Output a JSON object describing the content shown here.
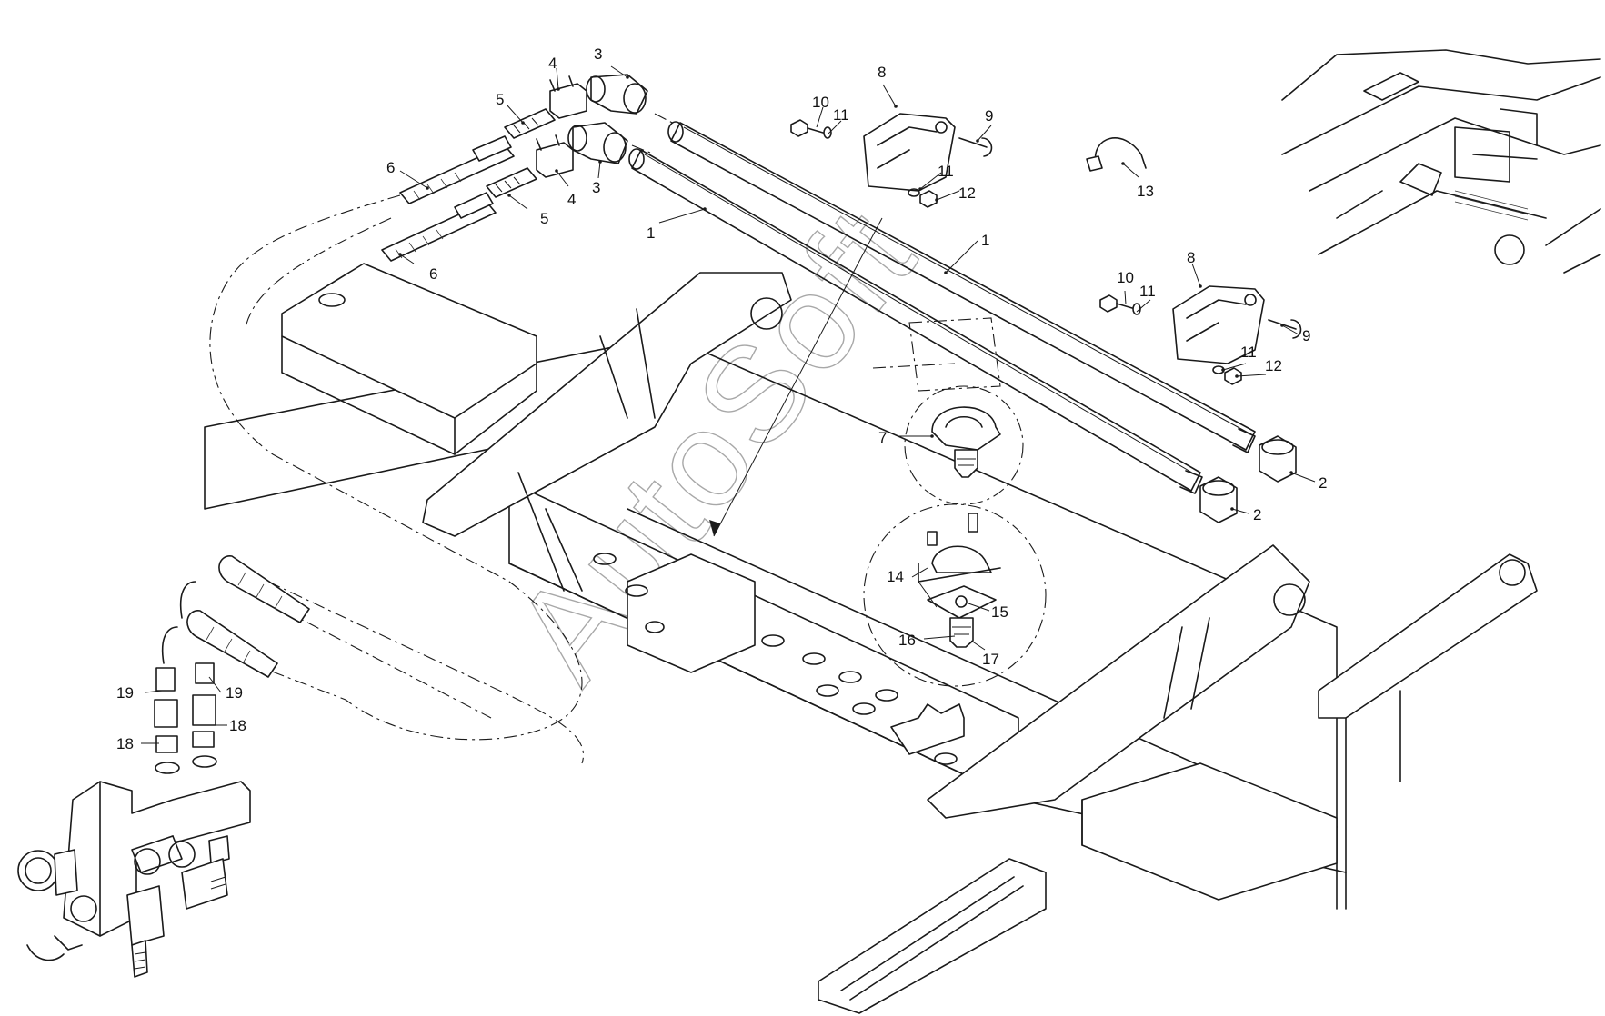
{
  "watermark": "AutoSoft",
  "callouts": [
    {
      "id": "c-3a",
      "text": "3"
    },
    {
      "id": "c-4a",
      "text": "4"
    },
    {
      "id": "c-5a",
      "text": "5"
    },
    {
      "id": "c-6a",
      "text": "6"
    },
    {
      "id": "c-3b",
      "text": "3"
    },
    {
      "id": "c-4b",
      "text": "4"
    },
    {
      "id": "c-5b",
      "text": "5"
    },
    {
      "id": "c-6b",
      "text": "6"
    },
    {
      "id": "c-1a",
      "text": "1"
    },
    {
      "id": "c-1b",
      "text": "1"
    },
    {
      "id": "c-8a",
      "text": "8"
    },
    {
      "id": "c-10a",
      "text": "10"
    },
    {
      "id": "c-11a",
      "text": "11"
    },
    {
      "id": "c-9a",
      "text": "9"
    },
    {
      "id": "c-11b",
      "text": "11"
    },
    {
      "id": "c-12a",
      "text": "12"
    },
    {
      "id": "c-13",
      "text": "13"
    },
    {
      "id": "c-8b",
      "text": "8"
    },
    {
      "id": "c-10b",
      "text": "10"
    },
    {
      "id": "c-11c",
      "text": "11"
    },
    {
      "id": "c-9b",
      "text": "9"
    },
    {
      "id": "c-11d",
      "text": "11"
    },
    {
      "id": "c-12b",
      "text": "12"
    },
    {
      "id": "c-7",
      "text": "7"
    },
    {
      "id": "c-2a",
      "text": "2"
    },
    {
      "id": "c-2b",
      "text": "2"
    },
    {
      "id": "c-14",
      "text": "14"
    },
    {
      "id": "c-15",
      "text": "15"
    },
    {
      "id": "c-16",
      "text": "16"
    },
    {
      "id": "c-17",
      "text": "17"
    },
    {
      "id": "c-19a",
      "text": "19"
    },
    {
      "id": "c-19b",
      "text": "19"
    },
    {
      "id": "c-18a",
      "text": "18"
    },
    {
      "id": "c-18b",
      "text": "18"
    }
  ]
}
